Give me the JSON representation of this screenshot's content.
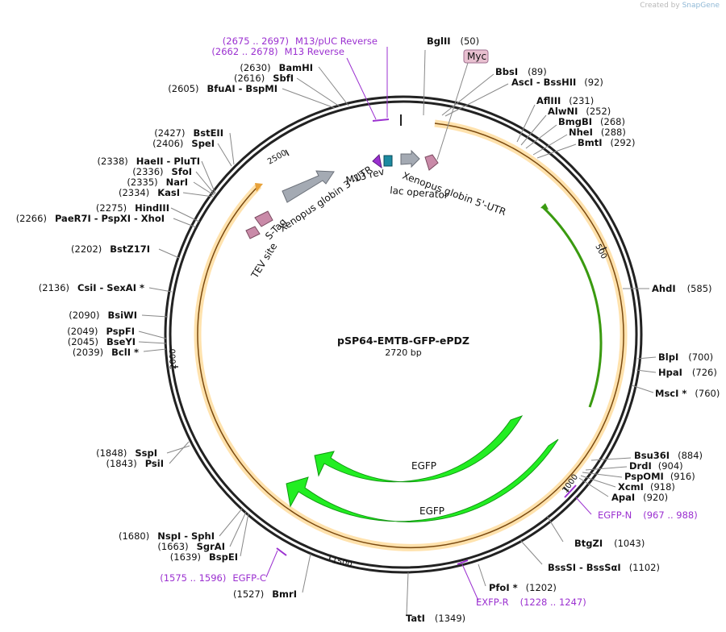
{
  "watermark": {
    "prefix": "Created by",
    "brand": "SnapGene"
  },
  "plasmid": {
    "name": "pSP64-EMTB-GFP-ePDZ",
    "size_label": "2720 bp"
  },
  "ticks": [
    "500",
    "1000",
    "1500",
    "2000",
    "2500"
  ],
  "features": {
    "myc": "Myc",
    "m13rev": "M13 rev",
    "lac": "lac operator",
    "xen5": "Xenopus globin 5'-UTR",
    "xen3": "Xenopus globin 3'-UTR",
    "stag": "S-Tag",
    "tev": "TEV site",
    "egfp1": "EGFP",
    "egfp2": "EGFP"
  },
  "sites": {
    "bglII": {
      "name": "BglII",
      "pos": "(50)"
    },
    "bbsI": {
      "name": "BbsI",
      "pos": "(89)"
    },
    "ascI": {
      "name": "AscI  - BssHII",
      "pos": "(92)"
    },
    "aflIII": {
      "name": "AflIII",
      "pos": "(231)"
    },
    "alwNI": {
      "name": "AlwNI",
      "pos": "(252)"
    },
    "bmgBI": {
      "name": "BmgBI",
      "pos": "(268)"
    },
    "nheI": {
      "name": "NheI",
      "pos": "(288)"
    },
    "bmtI": {
      "name": "BmtI",
      "pos": "(292)"
    },
    "ahdI": {
      "name": "AhdI",
      "pos": "(585)"
    },
    "blpI": {
      "name": "BlpI",
      "pos": "(700)"
    },
    "hpaI": {
      "name": "HpaI",
      "pos": "(726)"
    },
    "mscI": {
      "name": "MscI *",
      "pos": "(760)"
    },
    "bsu36I": {
      "name": "Bsu36I",
      "pos": "(884)"
    },
    "drdI": {
      "name": "DrdI",
      "pos": "(904)"
    },
    "pspOMI": {
      "name": "PspOMI",
      "pos": "(916)"
    },
    "xcmI": {
      "name": "XcmI",
      "pos": "(918)"
    },
    "apaI": {
      "name": "ApaI",
      "pos": "(920)"
    },
    "btgZI": {
      "name": "BtgZI",
      "pos": "(1043)"
    },
    "bssSI": {
      "name": "BssSI  - BssSαI",
      "pos": "(1102)"
    },
    "pfoI": {
      "name": "PfoI *",
      "pos": "(1202)"
    },
    "tatI": {
      "name": "TatI",
      "pos": "(1349)"
    },
    "bmrI": {
      "name": "BmrI",
      "pos": "(1527)"
    },
    "bspEI": {
      "name": "BspEI",
      "pos": "(1639)"
    },
    "sgrAI": {
      "name": "SgrAI",
      "pos": "(1663)"
    },
    "nspI": {
      "name": "NspI  - SphI",
      "pos": "(1680)"
    },
    "psiI": {
      "name": "PsiI",
      "pos": "(1843)"
    },
    "sspI": {
      "name": "SspI",
      "pos": "(1848)"
    },
    "bclI": {
      "name": "BclI *",
      "pos": "(2039)"
    },
    "bseYI": {
      "name": "BseYI",
      "pos": "(2045)"
    },
    "pspFI": {
      "name": "PspFI",
      "pos": "(2049)"
    },
    "bsiWI": {
      "name": "BsiWI",
      "pos": "(2090)"
    },
    "csiI": {
      "name": "CsiI   - SexAI *",
      "pos": "(2136)"
    },
    "bstZ17I": {
      "name": "BstZ17I",
      "pos": "(2202)"
    },
    "paeR7I": {
      "name": "PaeR7I  - PspXI  - XhoI",
      "pos": "(2266)"
    },
    "hindIII": {
      "name": "HindIII",
      "pos": "(2275)"
    },
    "kasI": {
      "name": "KasI",
      "pos": "(2334)"
    },
    "narI": {
      "name": "NarI",
      "pos": "(2335)"
    },
    "sfoI": {
      "name": "SfoI",
      "pos": "(2336)"
    },
    "haeII": {
      "name": "HaeII  - PluTI",
      "pos": "(2338)"
    },
    "speI": {
      "name": "SpeI",
      "pos": "(2406)"
    },
    "bstEII": {
      "name": "BstEII",
      "pos": "(2427)"
    },
    "bfuAI": {
      "name": "BfuAI  - BspMI",
      "pos": "(2605)"
    },
    "sbfI": {
      "name": "SbfI",
      "pos": "(2616)"
    },
    "bamHI": {
      "name": "BamHI",
      "pos": "(2630)"
    }
  },
  "primers": {
    "m13puc": {
      "pos": "(2675 .. 2697)",
      "name": "M13/pUC Reverse"
    },
    "m13": {
      "pos": "(2662 .. 2678)",
      "name": "M13 Reverse"
    },
    "egfpN": {
      "name": "EGFP-N",
      "pos": "(967 .. 988)"
    },
    "exfpR": {
      "name": "EXFP-R",
      "pos": "(1228 .. 1247)"
    },
    "egfpC": {
      "pos": "(1575 .. 1596)",
      "name": "EGFP-C"
    }
  },
  "colors": {
    "backbone": "#222222",
    "orf": "#e8a23a",
    "orf_fill": "#ffe8b8",
    "egfp": "#22ee22",
    "egfp_stroke": "#119911",
    "green_line": "#3a9a10",
    "primer": "#9b30d0",
    "xen": "#a4aab3",
    "tag": "#c98aa8",
    "m13": "#9b30d0",
    "lac": "#1c8aa0"
  }
}
